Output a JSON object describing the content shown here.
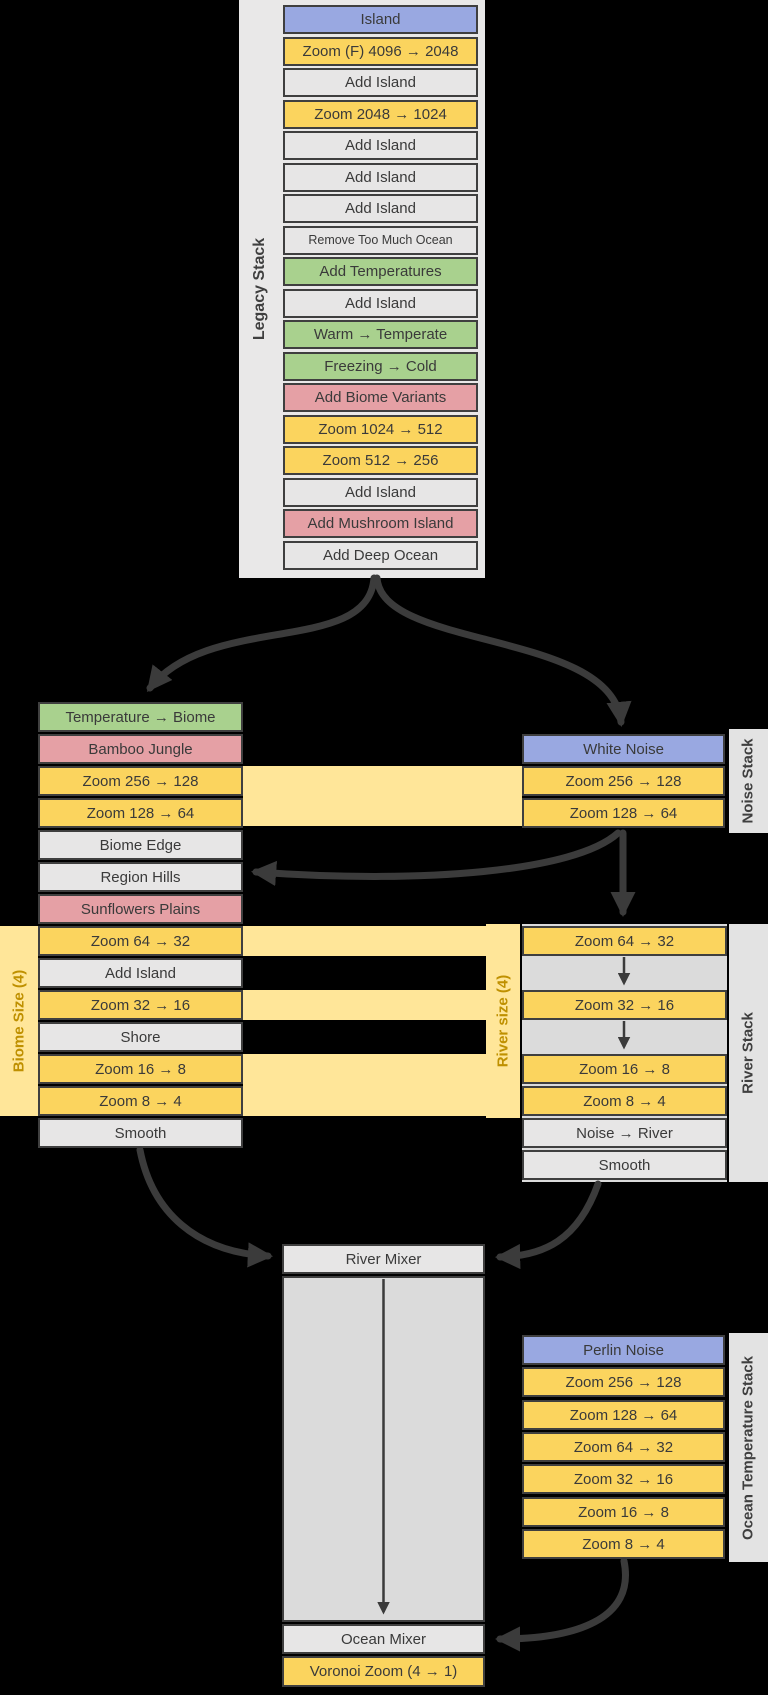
{
  "colors": {
    "background": "#000000",
    "box_yellow": "#FBD45E",
    "box_gray": "#E7E6E6",
    "box_green": "#A9D18E",
    "box_red": "#E5A0A5",
    "box_blue": "#99A8E1",
    "band_yellow": "#FFE699",
    "panel_gray": "#E7E6E6",
    "border": "#3F3F3F",
    "band_label": "#BF9000",
    "arrow": "#3B3B3B"
  },
  "legacy": {
    "label": "Legacy Stack",
    "rows": [
      {
        "label": "Island"
      },
      {
        "label": "Zoom (F) 4096 → 2048"
      },
      {
        "label": "Add Island"
      },
      {
        "label": "Zoom 2048 → 1024"
      },
      {
        "label": "Add Island"
      },
      {
        "label": "Add Island"
      },
      {
        "label": "Add Island"
      },
      {
        "label": "Remove Too Much Ocean"
      },
      {
        "label": "Add Temperatures"
      },
      {
        "label": "Add Island"
      },
      {
        "label": "Warm → Temperate"
      },
      {
        "label": "Freezing → Cold"
      },
      {
        "label": "Add Biome Variants"
      },
      {
        "label": "Zoom 1024 → 512"
      },
      {
        "label": "Zoom 512 → 256"
      },
      {
        "label": "Add Island"
      },
      {
        "label": "Add Mushroom Island"
      },
      {
        "label": "Add Deep Ocean"
      }
    ]
  },
  "biome": {
    "band_label": "Biome Size (4)",
    "rows": [
      {
        "label": "Temperature → Biome"
      },
      {
        "label": "Bamboo Jungle"
      },
      {
        "label": "Zoom 256 → 128"
      },
      {
        "label": "Zoom 128 → 64"
      },
      {
        "label": "Biome Edge"
      },
      {
        "label": "Region Hills"
      },
      {
        "label": "Sunflowers Plains"
      },
      {
        "label": "Zoom 64 → 32"
      },
      {
        "label": "Add Island"
      },
      {
        "label": "Zoom 32 → 16"
      },
      {
        "label": "Shore"
      },
      {
        "label": "Zoom 16 → 8"
      },
      {
        "label": "Zoom 8 → 4"
      },
      {
        "label": "Smooth"
      }
    ]
  },
  "noise": {
    "label": "Noise Stack",
    "rows": [
      {
        "label": "White Noise"
      },
      {
        "label": "Zoom 256 → 128"
      },
      {
        "label": "Zoom 128 → 64"
      }
    ]
  },
  "river": {
    "label": "River Stack",
    "band_label": "River size (4)",
    "rows": [
      {
        "label": "Zoom 64 → 32"
      },
      {
        "label": "Zoom 32 → 16"
      },
      {
        "label": "Zoom 16 → 8"
      },
      {
        "label": "Zoom 8 → 4"
      },
      {
        "label": "Noise → River"
      },
      {
        "label": "Smooth"
      }
    ]
  },
  "ocean": {
    "label": "Ocean Temperature Stack",
    "rows": [
      {
        "label": "Perlin Noise"
      },
      {
        "label": "Zoom 256 → 128"
      },
      {
        "label": "Zoom 128 → 64"
      },
      {
        "label": "Zoom 64 → 32"
      },
      {
        "label": "Zoom 32 → 16"
      },
      {
        "label": "Zoom 16 → 8"
      },
      {
        "label": "Zoom 8 → 4"
      }
    ]
  },
  "mixers": {
    "river": "River Mixer",
    "ocean": "Ocean Mixer",
    "voronoi": "Voronoi Zoom (4 → 1)"
  }
}
